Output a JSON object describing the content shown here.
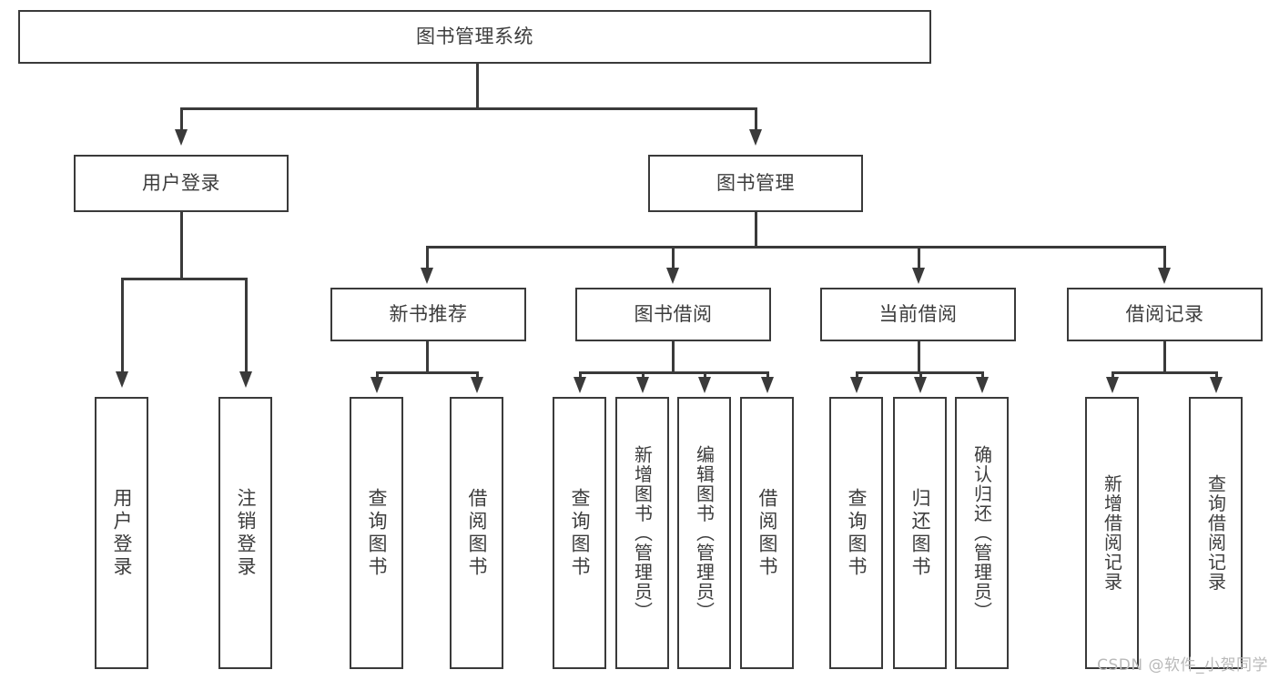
{
  "diagram": {
    "title": "图书管理系统",
    "type": "tree",
    "accent_color": "#3a3a3a",
    "text_color": "#3d3d3d",
    "background": "#ffffff",
    "root": {
      "label": "图书管理系统"
    },
    "level2": [
      {
        "label": "用户登录"
      },
      {
        "label": "图书管理"
      }
    ],
    "level3": [
      {
        "label": "新书推荐"
      },
      {
        "label": "图书借阅"
      },
      {
        "label": "当前借阅"
      },
      {
        "label": "借阅记录"
      }
    ],
    "leaves": {
      "user_login": [
        {
          "label": "用户登录"
        },
        {
          "label": "注销登录"
        }
      ],
      "new_book": [
        {
          "label": "查询图书"
        },
        {
          "label": "借阅图书"
        }
      ],
      "book_borrow": [
        {
          "label": "查询图书"
        },
        {
          "label": "新增图书（管理员）"
        },
        {
          "label": "编辑图书（管理员）"
        },
        {
          "label": "借阅图书"
        }
      ],
      "current_borrow": [
        {
          "label": "查询图书"
        },
        {
          "label": "归还图书"
        },
        {
          "label": "确认归还（管理员）"
        }
      ],
      "borrow_record": [
        {
          "label": "新增借阅记录"
        },
        {
          "label": "查询借阅记录"
        }
      ]
    }
  },
  "watermark": {
    "text": "CSDN @软件_小贺同学"
  }
}
